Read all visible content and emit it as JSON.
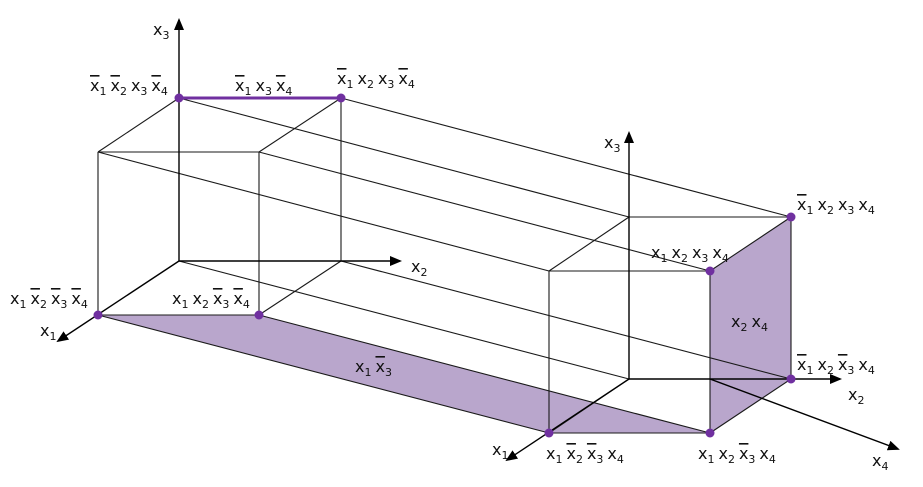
{
  "colors": {
    "accent": "#7030a0",
    "face_fill": "#b9a6cc",
    "line": "#1a1a1a"
  },
  "axes": {
    "left": {
      "x1": "x1",
      "x2": "x2",
      "x3": "x3"
    },
    "right": {
      "x1": "x1",
      "x2": "x2",
      "x3": "x3",
      "x4": "x4"
    }
  },
  "vertices": [
    {
      "id": "v_top_left",
      "label": "x̄1 x̄2 x3 x̄4"
    },
    {
      "id": "v_top_mid",
      "label": "x̄1 x2 x3 x̄4"
    },
    {
      "id": "v_bot_left",
      "label": "x1 x̄2 x̄3 x̄4"
    },
    {
      "id": "v_bot_mid",
      "label": "x1 x2 x̄3 x̄4"
    },
    {
      "id": "v_r_top_back",
      "label": "x̄1 x2 x3 x4"
    },
    {
      "id": "v_r_top_front",
      "label": "x1 x2 x3 x4"
    },
    {
      "id": "v_r_bot_back",
      "label": "x̄1 x2 x̄3 x4"
    },
    {
      "id": "v_r_bot_left",
      "label": "x1 x̄2 x̄3 x4"
    },
    {
      "id": "v_r_bot_front",
      "label": "x1 x2 x̄3 x4"
    }
  ],
  "terms": {
    "edge_term": "x̄1 x3 x̄4",
    "face_bottom": "x1 x̄3",
    "face_right": "x2 x4"
  }
}
